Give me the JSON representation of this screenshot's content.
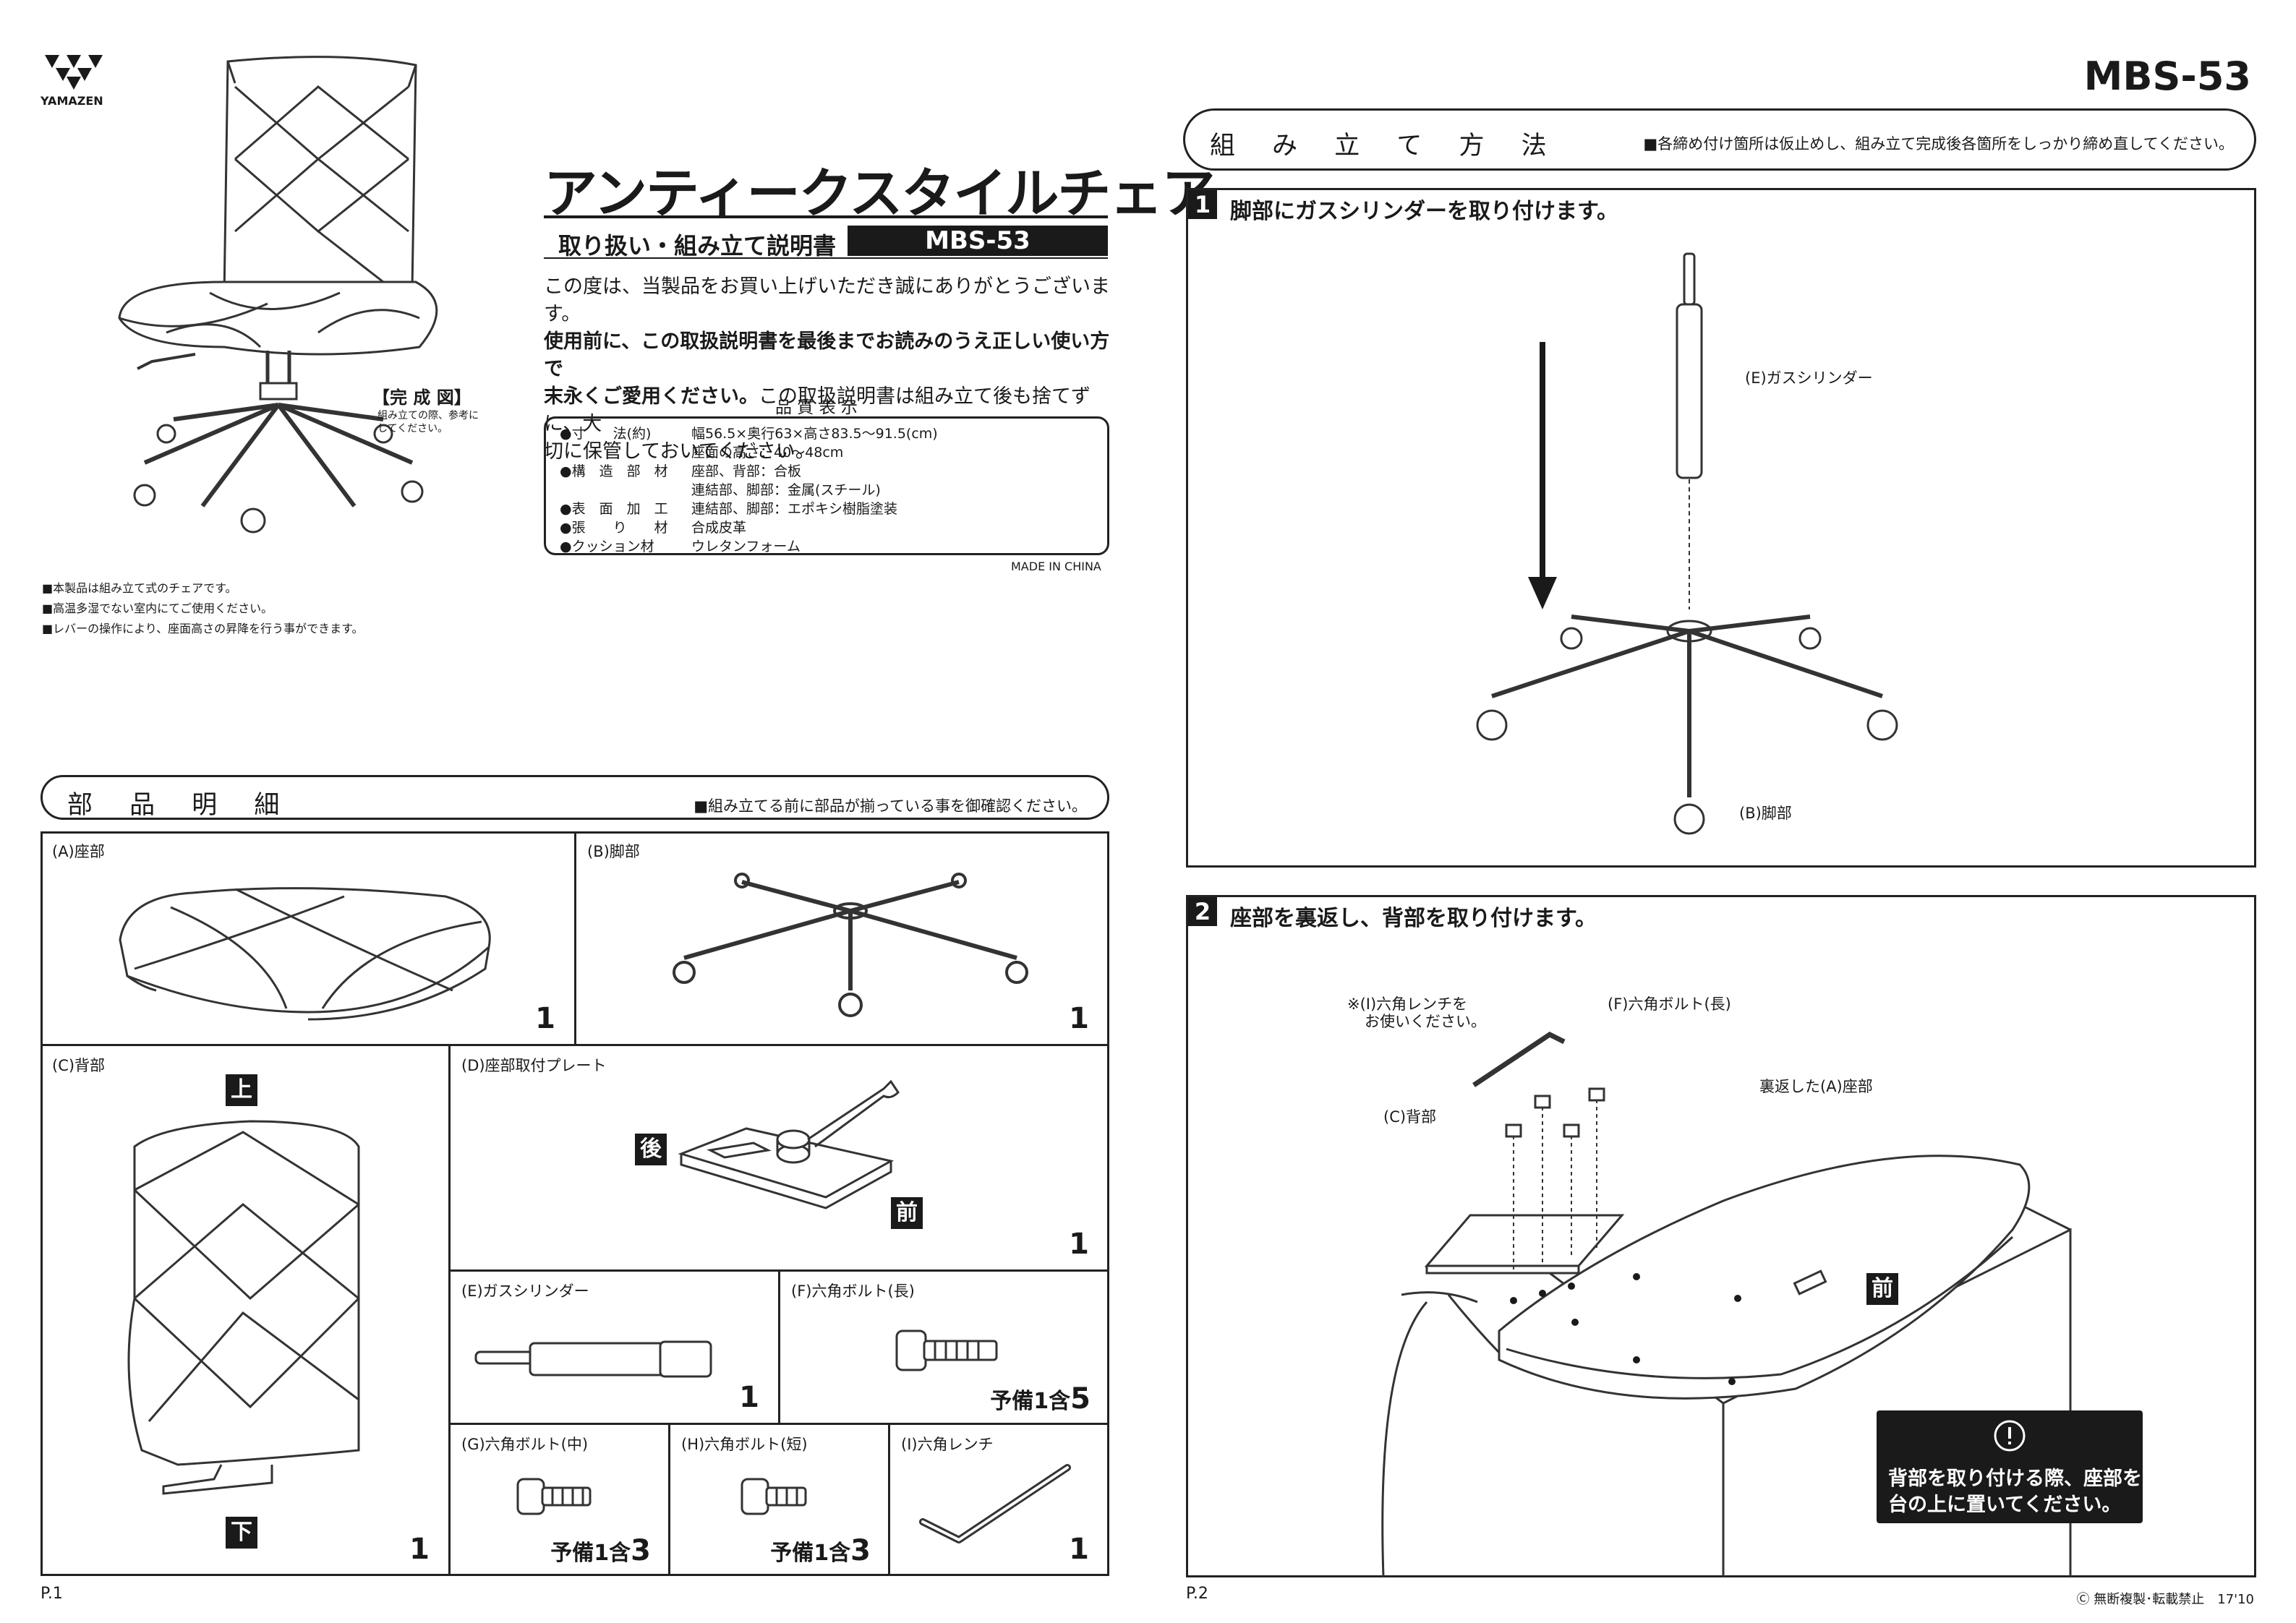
{
  "brand": {
    "name": "YAMAZEN"
  },
  "model_top": "MBS-53",
  "title": "アンティークスタイルチェア",
  "subtitle": "取り扱い・組み立て説明書",
  "model_badge": "MBS-53",
  "intro": {
    "line1": "この度は、当製品をお買い上げいただき誠にありがとうございます。",
    "line2": "使用前に、この取扱説明書を最後までお読みのうえ正しい使い方で",
    "line3a": "末永くご愛用ください。",
    "line3b": "この取扱説明書は組み立て後も捨てずに、大",
    "line4": "切に保管しておいてください。"
  },
  "quality": {
    "heading": "品 質 表 示",
    "rows": [
      {
        "label": "●寸　　法(約)",
        "value": "幅56.5×奥行63×高さ83.5〜91.5(cm)"
      },
      {
        "label": "",
        "value": "座面の高さ：40〜48cm"
      },
      {
        "label": "●構　造　部　材",
        "value": "座部、背部：合板"
      },
      {
        "label": "",
        "value": "連結部、脚部：金属(スチール)"
      },
      {
        "label": "●表　面　加　工",
        "value": "連結部、脚部：エポキシ樹脂塗装"
      },
      {
        "label": "●張　　り　　材",
        "value": "合成皮革"
      },
      {
        "label": "●クッション材",
        "value": "ウレタンフォーム"
      }
    ],
    "origin": "MADE IN CHINA"
  },
  "completed": {
    "label": "【完 成 図】",
    "note1": "組み立ての際、参考に",
    "note2": "してください。"
  },
  "notes": [
    "■本製品は組み立て式のチェアです。",
    "■高温多湿でない室内にてご使用ください。",
    "■レバーの操作により、座面高さの昇降を行う事ができます。"
  ],
  "parts_section": {
    "title": "部 品 明 細",
    "note": "■組み立てる前に部品が揃っている事を御確認ください。"
  },
  "parts": {
    "a": {
      "label": "(A)座部",
      "qty": "1"
    },
    "b": {
      "label": "(B)脚部",
      "qty": "1"
    },
    "c": {
      "label": "(C)背部",
      "qty": "1",
      "top": "上",
      "bottom": "下"
    },
    "d": {
      "label": "(D)座部取付プレート",
      "qty": "1",
      "back": "後",
      "front": "前"
    },
    "e": {
      "label": "(E)ガスシリンダー",
      "qty": "1"
    },
    "f": {
      "label": "(F)六角ボルト(長)",
      "spare_text": "予備1含",
      "spare_num": "5"
    },
    "g": {
      "label": "(G)六角ボルト(中)",
      "spare_text": "予備1含",
      "spare_num": "3"
    },
    "h": {
      "label": "(H)六角ボルト(短)",
      "spare_text": "予備1含",
      "spare_num": "3"
    },
    "i": {
      "label": "(I)六角レンチ",
      "qty": "1"
    }
  },
  "page1": "P.1",
  "page2": "P.2",
  "assembly_section": {
    "title": "組 み 立 て 方 法",
    "note": "■各締め付け箇所は仮止めし、組み立て完成後各箇所をしっかり締め直してください。"
  },
  "step1": {
    "num": "1",
    "title": "脚部にガスシリンダーを取り付けます。",
    "cylinder": "(E)ガスシリンダー",
    "base": "(B)脚部"
  },
  "step2": {
    "num": "2",
    "title": "座部を裏返し、背部を取り付けます。",
    "wrench_note1": "※(I)六角レンチを",
    "wrench_note2": "お使いください。",
    "bolt": "(F)六角ボルト(長)",
    "back": "(C)背部",
    "seat": "裏返した(A)座部",
    "front": "前",
    "warning1": "背部を取り付ける際、座部を",
    "warning2": "台の上に置いてください。"
  },
  "copyright": "Ⓒ 無断複製･転載禁止　17'10"
}
